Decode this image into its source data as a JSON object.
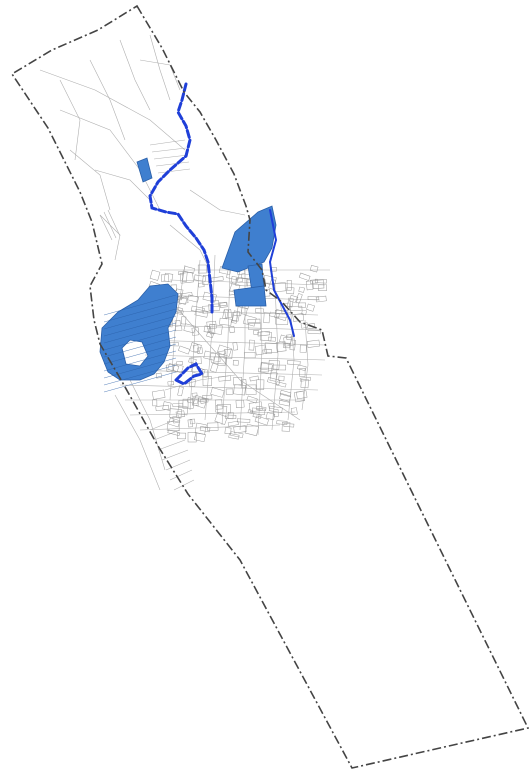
{
  "map": {
    "colors": {
      "background": "#ffffff",
      "boundary": "#444444",
      "zone_fill": "#3f7fcf",
      "zone_stroke": "#2a5fa8",
      "stream": "#1f3fd8",
      "streets": "#b0b0b0",
      "blocks": "#9a9a9a"
    },
    "layers": {
      "municipal_boundary": "dash-dot",
      "highlighted_zones": "filled",
      "stream_course": "dashed",
      "street_network": "thin-lines"
    }
  }
}
